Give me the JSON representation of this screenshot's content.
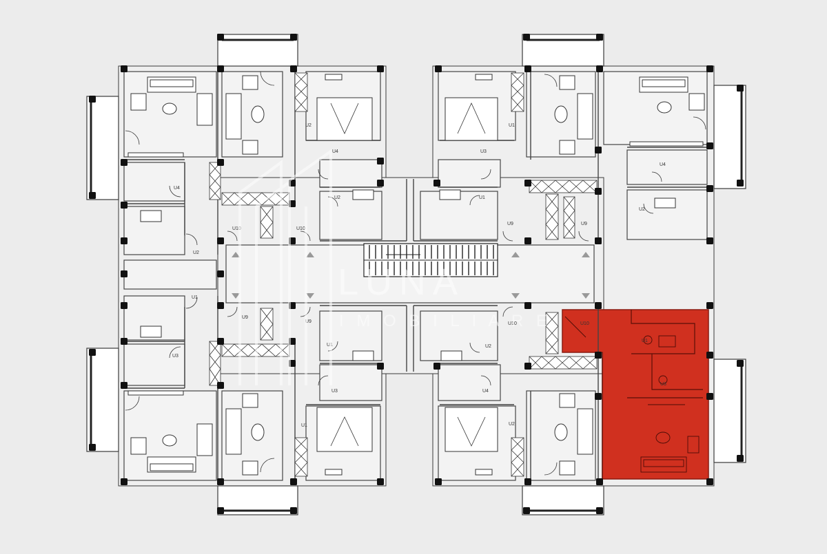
{
  "watermark": {
    "brand": "LUNA",
    "subtitle": "I M O B I L I A R E"
  },
  "colors": {
    "highlight": "#d0301f",
    "wall": "#3a3a3a",
    "column": "#111111",
    "background": "#ececec"
  },
  "door_tags": [
    {
      "id": "t1",
      "label": "U2"
    },
    {
      "id": "t2",
      "label": "U4"
    },
    {
      "id": "t3",
      "label": "U2"
    },
    {
      "id": "t4",
      "label": "U1"
    },
    {
      "id": "t5",
      "label": "U3"
    },
    {
      "id": "t6",
      "label": "U1"
    },
    {
      "id": "t7",
      "label": "U4"
    },
    {
      "id": "t8",
      "label": "U2"
    },
    {
      "id": "t9",
      "label": "U4"
    },
    {
      "id": "t10",
      "label": "U2"
    },
    {
      "id": "t11",
      "label": "U10"
    },
    {
      "id": "t12",
      "label": "U10"
    },
    {
      "id": "t13",
      "label": "U9"
    },
    {
      "id": "t14",
      "label": "U9"
    },
    {
      "id": "t15",
      "label": "U1"
    },
    {
      "id": "t16",
      "label": "U9"
    },
    {
      "id": "t17",
      "label": "U3"
    },
    {
      "id": "t18",
      "label": "U9"
    },
    {
      "id": "t19",
      "label": "U1"
    },
    {
      "id": "t20",
      "label": "U3"
    },
    {
      "id": "t21",
      "label": "U1"
    },
    {
      "id": "t22",
      "label": "U2"
    },
    {
      "id": "t23",
      "label": "U4"
    },
    {
      "id": "t24",
      "label": "U2"
    },
    {
      "id": "t25",
      "label": "U10"
    },
    {
      "id": "t26",
      "label": "U10"
    },
    {
      "id": "t27",
      "label": "U1"
    },
    {
      "id": "t28",
      "label": "U3"
    }
  ]
}
